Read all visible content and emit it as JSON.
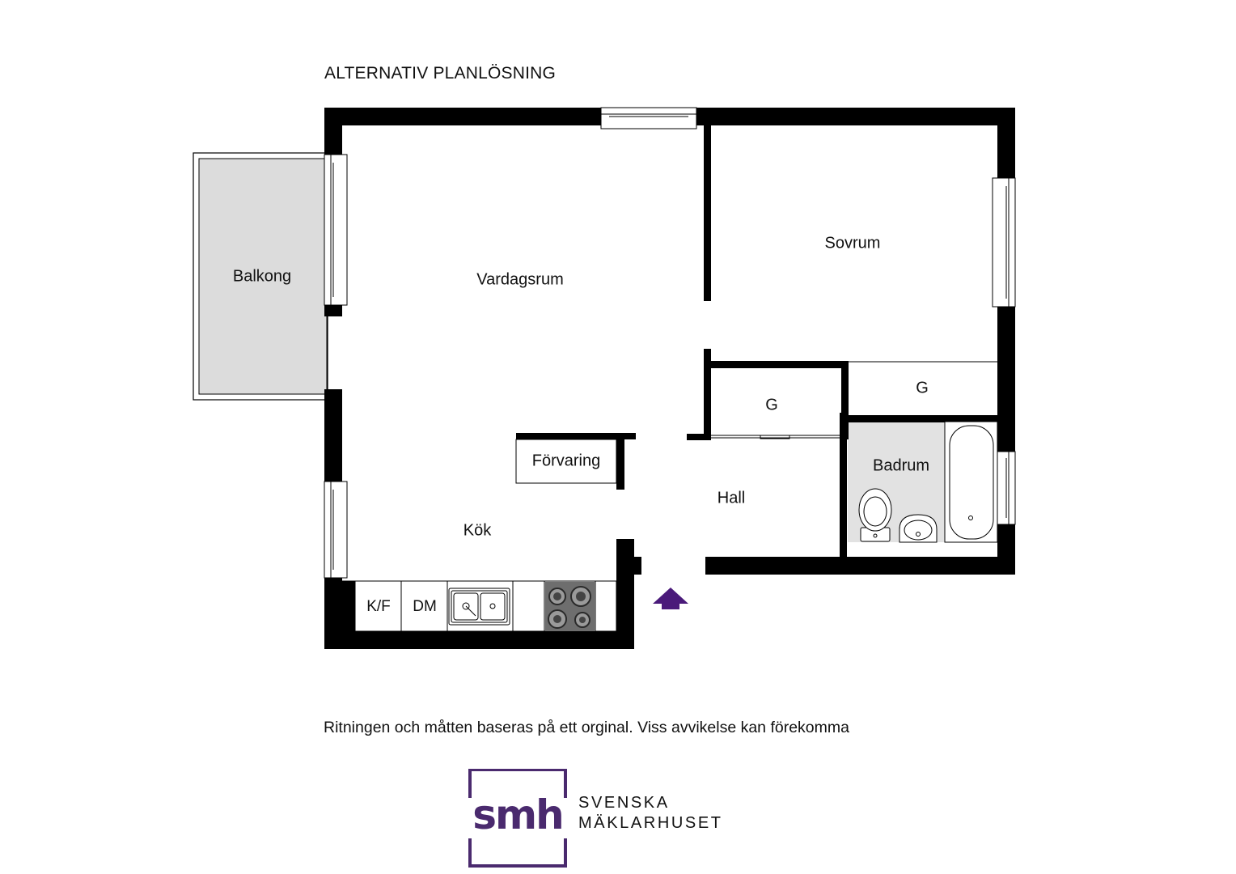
{
  "title": "ALTERNATIV PLANLÖSNING",
  "rooms": {
    "balkong": "Balkong",
    "vardagsrum": "Vardagsrum",
    "sovrum": "Sovrum",
    "garderob_1": "G",
    "garderob_2": "G",
    "badrum": "Badrum",
    "forvaring": "Förvaring",
    "hall": "Hall",
    "kok": "Kök"
  },
  "fixtures": {
    "kf": "K/F",
    "dm": "DM"
  },
  "entrance_icon": "entrance-arrow-icon",
  "disclaimer": "Ritningen och måtten baseras på ett orginal. Viss avvikelse kan förekomma",
  "logo": {
    "mark": "smh",
    "line1": "SVENSKA",
    "line2": "MÄKLARHUSET",
    "brand_color": "#4a2a6e"
  },
  "colors": {
    "wall": "#000000",
    "balcony_fill": "#dcdcdc",
    "bathroom_fill": "#e2e2e2",
    "stove_fill": "#6e6e6e",
    "arrow": "#4a1a7a"
  }
}
